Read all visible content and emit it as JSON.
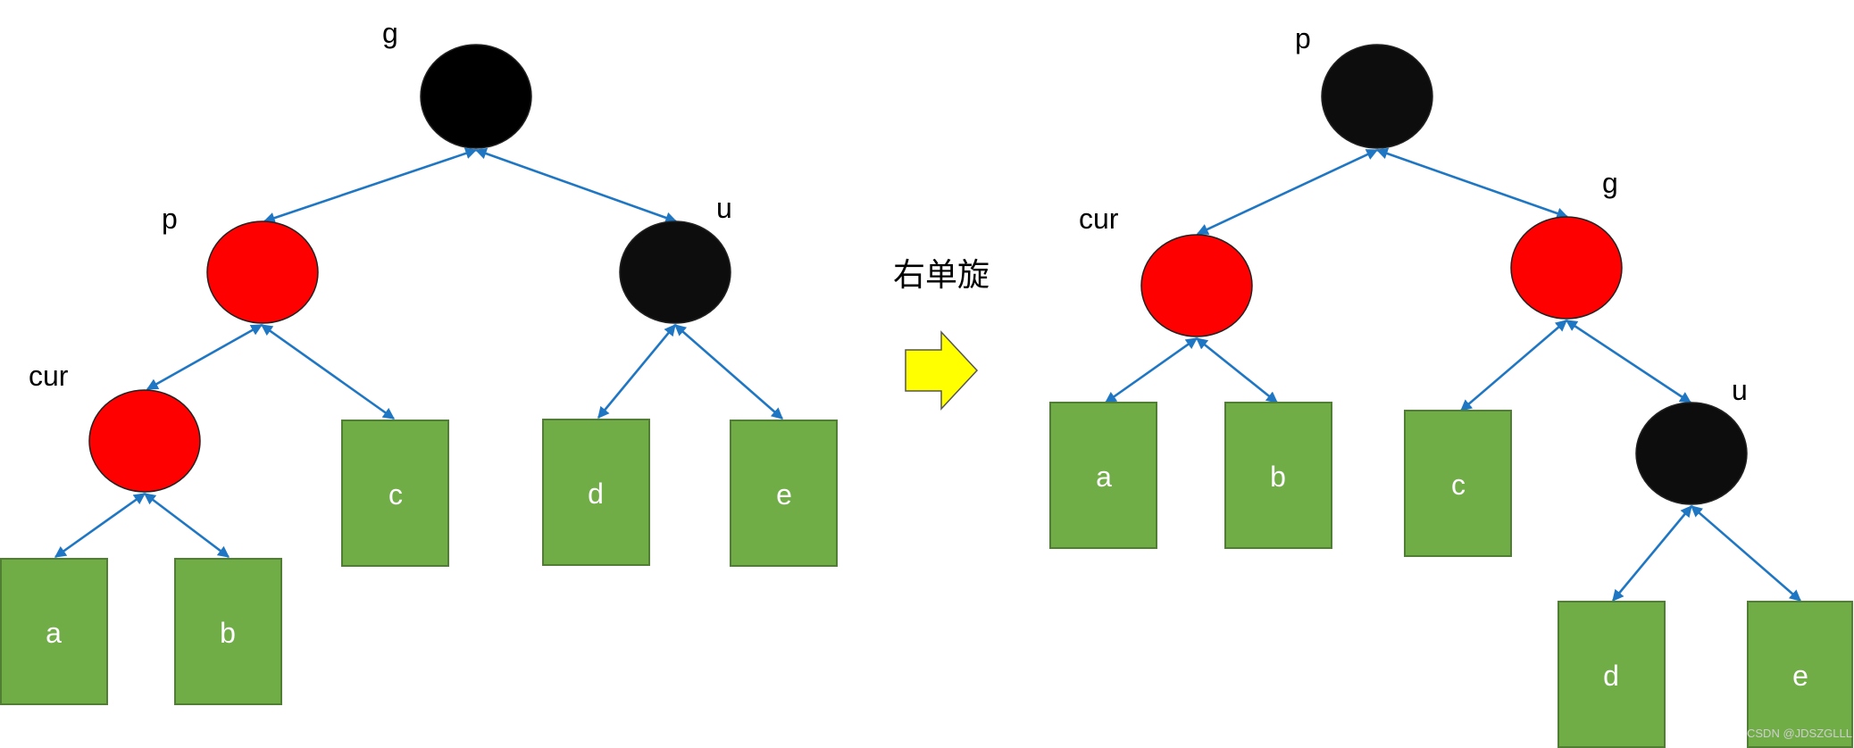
{
  "colors": {
    "red_node": "#ff0000",
    "black_node": "#000000",
    "leaf_fill": "#70ad47",
    "leaf_border": "#507e32",
    "edge": "#1f77c4",
    "arrow_fill": "#ffff00"
  },
  "operation": {
    "label": "右单旋",
    "arrow_icon": "right-arrow-icon"
  },
  "before": {
    "node_labels": {
      "g": "g",
      "p": "p",
      "u": "u",
      "cur": "cur"
    },
    "leaves": {
      "a": "a",
      "b": "b",
      "c": "c",
      "d": "d",
      "e": "e"
    }
  },
  "after": {
    "node_labels": {
      "p": "p",
      "g": "g",
      "u": "u",
      "cur": "cur"
    },
    "leaves": {
      "a": "a",
      "b": "b",
      "c": "c",
      "d": "d",
      "e": "e"
    }
  },
  "watermark": "CSDN @JDSZGLLL"
}
